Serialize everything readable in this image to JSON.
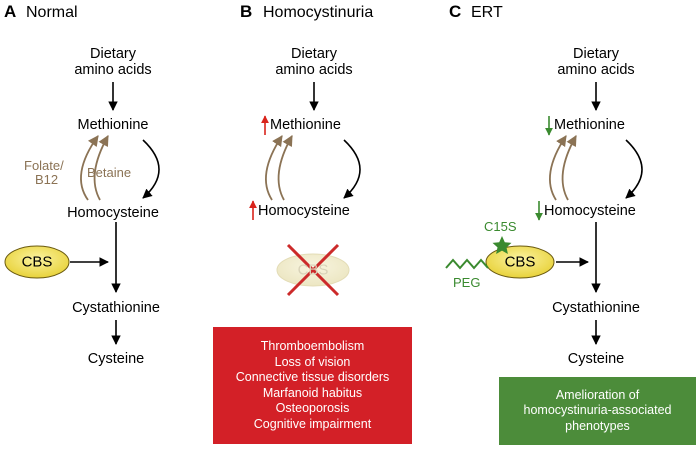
{
  "panels": {
    "a": {
      "letter": "A",
      "name": "Normal",
      "dietary": [
        "Dietary",
        "amino acids"
      ],
      "methionine": "Methionine",
      "homocysteine": "Homocysteine",
      "cystathionine": "Cystathionine",
      "cysteine": "Cysteine",
      "cofactor_left": [
        "Folate/",
        "B12"
      ],
      "cofactor_right": "Betaine",
      "enzyme": "CBS"
    },
    "b": {
      "letter": "B",
      "name": "Homocystinuria",
      "dietary": [
        "Dietary",
        "amino acids"
      ],
      "methionine": "Methionine",
      "homocysteine": "Homocysteine",
      "enzyme": "CBS",
      "phenotypes": [
        "Thromboembolism",
        "Loss of vision",
        "Connective tissue disorders",
        "Marfanoid habitus",
        "Osteoporosis",
        "Cognitive impairment"
      ]
    },
    "c": {
      "letter": "C",
      "name": "ERT",
      "dietary": [
        "Dietary",
        "amino acids"
      ],
      "methionine": "Methionine",
      "homocysteine": "Homocysteine",
      "cystathionine": "Cystathionine",
      "cysteine": "Cysteine",
      "enzyme": "CBS",
      "mutation": "C15S",
      "polymer": "PEG",
      "outcome": [
        "Amelioration of",
        "homocystinuria-associated",
        "phenotypes"
      ]
    }
  },
  "colors": {
    "brown_arrow": "#8b7355",
    "up_arrow": "#d9241c",
    "down_arrow": "#3a8a2f",
    "phenotype_box": "#d32027",
    "outcome_box": "#4c8c3a",
    "enzyme_fill": "#f2e35a",
    "cross": "#cc2a2a"
  }
}
